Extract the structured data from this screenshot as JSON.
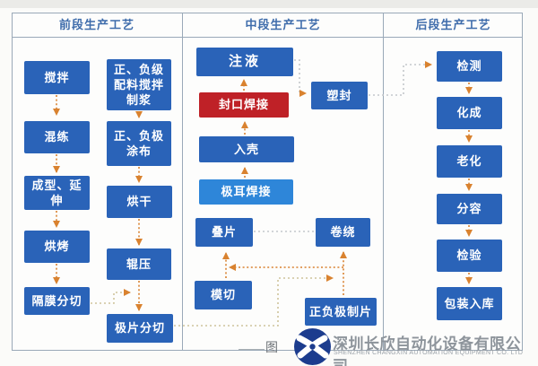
{
  "sections": [
    {
      "title": "前段生产工艺",
      "nodes": [
        {
          "label": "搅拌"
        },
        {
          "label": "正、负级\n配料搅拌\n制浆"
        },
        {
          "label": "混练"
        },
        {
          "label": "正、负极\n涂布"
        },
        {
          "label": "成型、延\n伸"
        },
        {
          "label": "烘干"
        },
        {
          "label": "烘烤"
        },
        {
          "label": "辊压"
        },
        {
          "label": "隔膜分切"
        },
        {
          "label": "极片分切"
        }
      ]
    },
    {
      "title": "中段生产工艺",
      "nodes": [
        {
          "label": "注液"
        },
        {
          "label": "封口焊接"
        },
        {
          "label": "塑封"
        },
        {
          "label": "入壳"
        },
        {
          "label": "极耳焊接"
        },
        {
          "label": "叠片"
        },
        {
          "label": "卷绕"
        },
        {
          "label": "模切"
        },
        {
          "label": "正负极制片"
        }
      ]
    },
    {
      "title": "后段生产工艺",
      "nodes": [
        {
          "label": "检测"
        },
        {
          "label": "化成"
        },
        {
          "label": "老化"
        },
        {
          "label": "分容"
        },
        {
          "label": "检验"
        },
        {
          "label": "包装入库"
        }
      ]
    }
  ],
  "footer": {
    "company_cn": "深圳长欣自动化设备有限公司",
    "company_en": "SHENZHEN CHANGXIN AUTOMATION EQUIPMENT CO. LTD",
    "watermark": "图"
  },
  "colors": {
    "node_blue": "#2a63b8",
    "node_light_blue": "#2e86d9",
    "node_red": "#bf2127",
    "arrow_orange": "#d9822f",
    "connector_tan": "#cfc49b",
    "connector_gray": "#c4c8cb",
    "header_text": "#3e6cab",
    "logo_navy": "#1c3c8e"
  }
}
